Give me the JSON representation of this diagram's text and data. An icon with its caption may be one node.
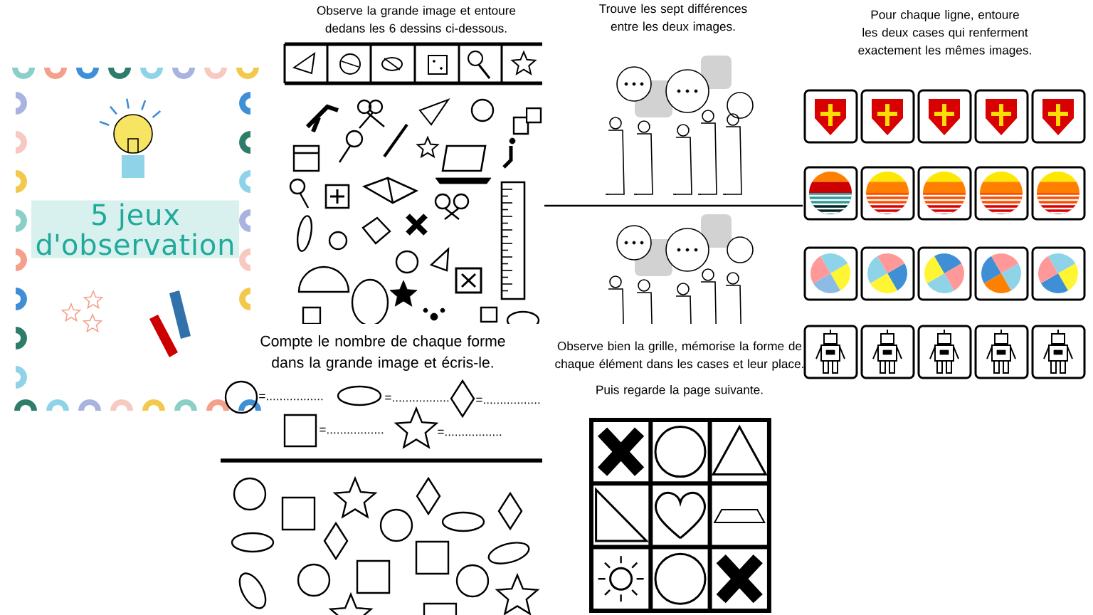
{
  "diagram": {
    "title": "5 jeux d'observation",
    "labels": [
      "Observe la grande image et entoure dedans les 6 dessins ci-dessous.",
      "Trouve les sept différences entre les deux images.",
      "Pour chaque ligne, entoure les deux cases qui renferment exactement les mêmes images.",
      "Compte le nombre de chaque forme dans la grande image et écris-le.",
      "=.................",
      "=.................",
      "=.................",
      "=.................",
      "=.................",
      "Observe bien la grille, mémorise la forme de chaque élément dans les cases et leur place.",
      "Puis regarde la page suivante."
    ]
  }
}
